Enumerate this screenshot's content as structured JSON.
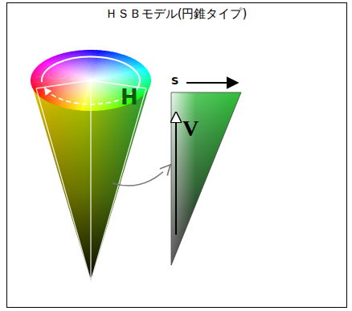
{
  "diagram": {
    "title": "ＨＳＢモデル(円錐タイプ)",
    "labels": [
      "H",
      "S",
      "V"
    ]
  }
}
